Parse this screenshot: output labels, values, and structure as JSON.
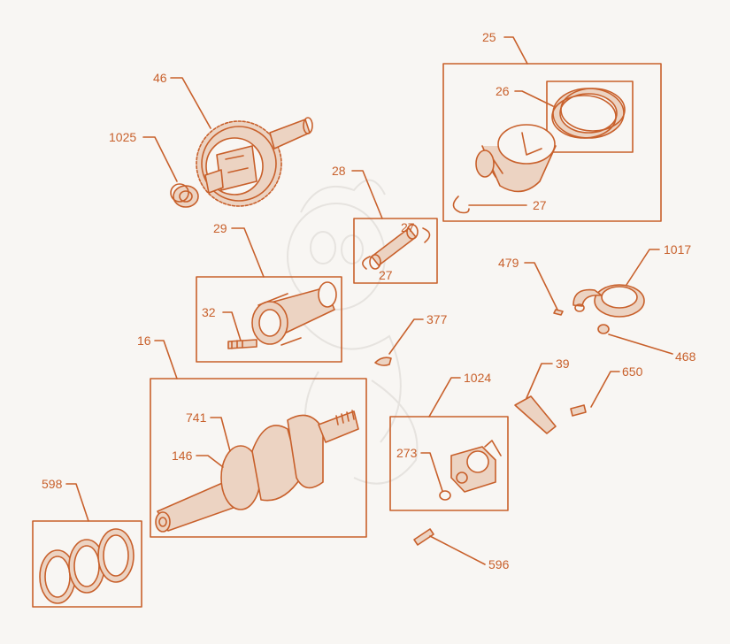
{
  "diagram": {
    "line_color": "#c8602b",
    "fill_color": "#ecd3c2",
    "watermark_color": "#e6e3df",
    "callouts": {
      "c25": "25",
      "c26": "26",
      "c27a": "27",
      "c28": "28",
      "c27b": "27",
      "c27c": "27",
      "c46": "46",
      "c1025": "1025",
      "c29": "29",
      "c32": "32",
      "c377": "377",
      "c479": "479",
      "c1017": "1017",
      "c468": "468",
      "c16": "16",
      "c741": "741",
      "c146": "146",
      "c1024": "1024",
      "c273": "273",
      "c39": "39",
      "c650": "650",
      "c598": "598",
      "c596": "596"
    }
  }
}
